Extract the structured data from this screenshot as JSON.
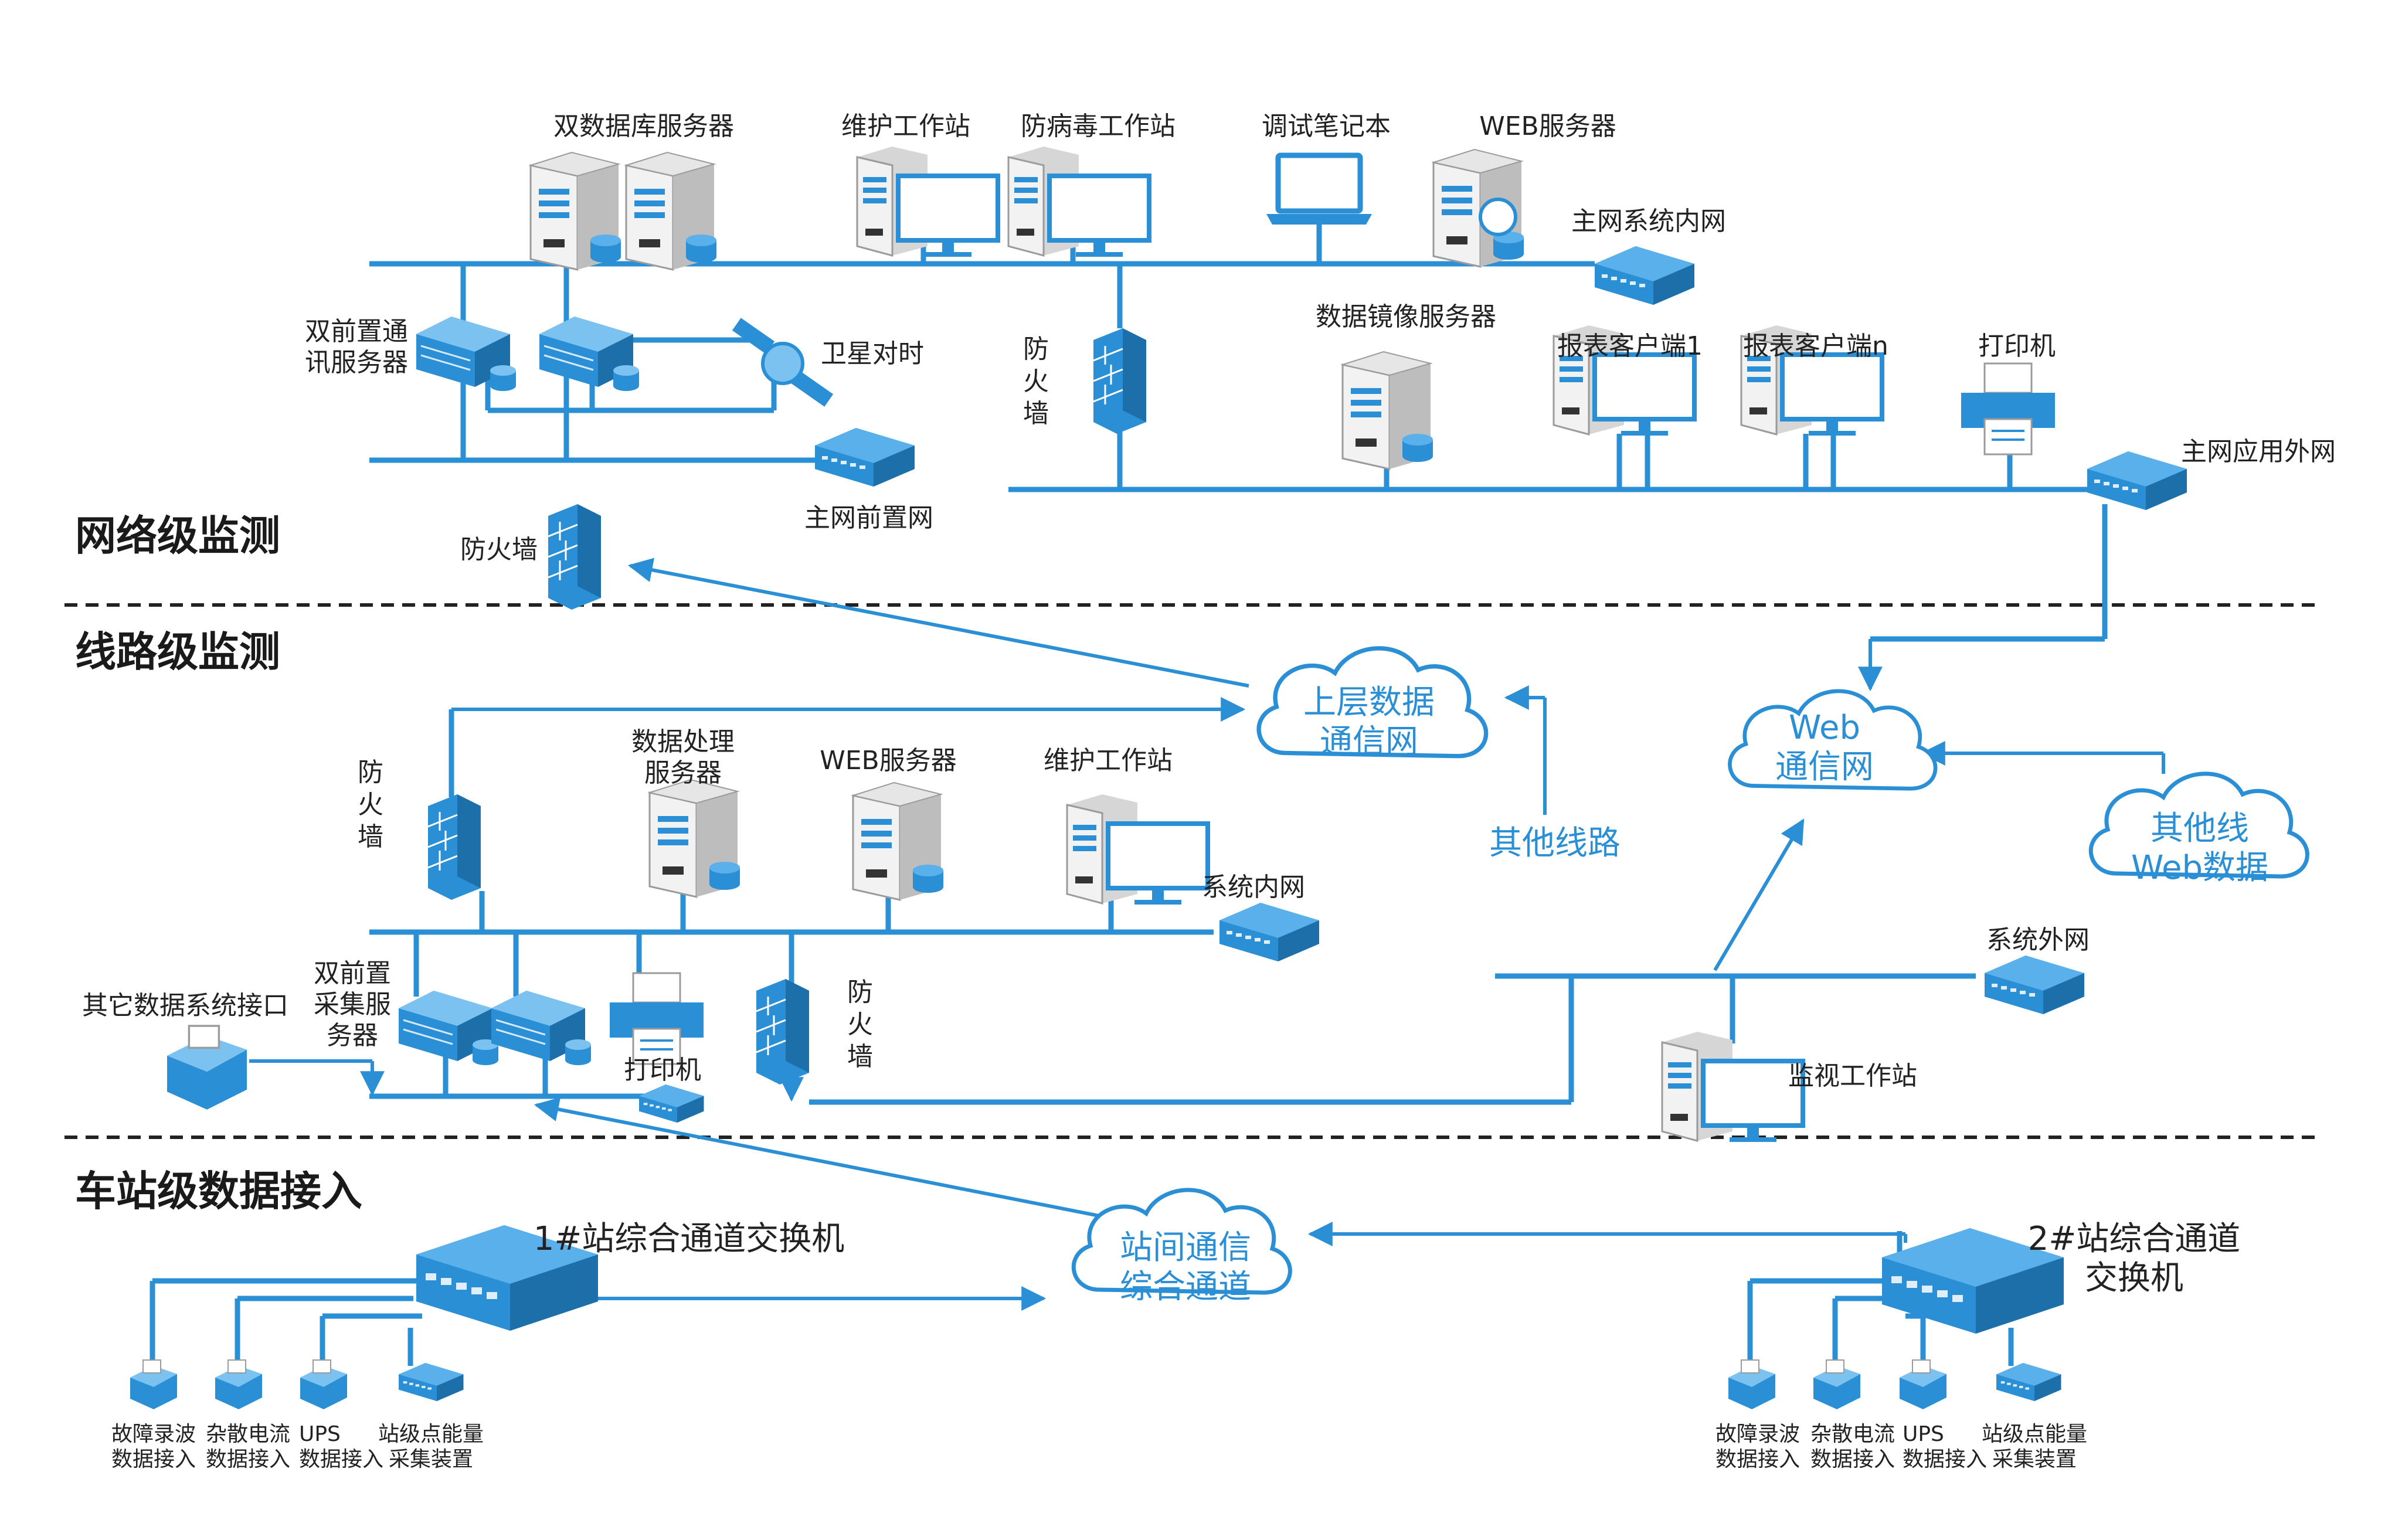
{
  "colors": {
    "line": "#2b8fd6",
    "device": "#2b8fd6",
    "text": "#222222",
    "section": "#1a1a1a"
  },
  "sections": {
    "network": "网络级监测",
    "line": "线路级监测",
    "station": "车站级数据接入"
  },
  "network": {
    "dual_db_servers": "双数据库服务器",
    "maint_ws": "维护工作站",
    "antivirus_ws": "防病毒工作站",
    "debug_laptop": "调试笔记本",
    "web_server": "WEB服务器",
    "main_internal_net": "主网系统内网",
    "dual_front_comm": "双前置通\n讯服务器",
    "satellite_time": "卫星对时",
    "firewall_vertical": "防\n火\n墙",
    "data_mirror_server": "数据镜像服务器",
    "report_client_1": "报表客户端1",
    "report_client_n": "报表客户端n",
    "printer": "打印机",
    "main_front_net": "主网前置网",
    "main_app_external_net": "主网应用外网",
    "firewall": "防火墙"
  },
  "line": {
    "upper_data_cloud": "上层数据\n通信网",
    "firewall_vertical": "防\n火\n墙",
    "data_processing_server": "数据处理\n服务器",
    "web_server": "WEB服务器",
    "maint_ws": "维护工作站",
    "other_lines": "其他线路",
    "web_cloud": "Web\n通信网",
    "other_web_cloud": "其他线\nWeb数据",
    "system_internal_net": "系统内网",
    "other_data_iface": "其它数据系统接口",
    "dual_front_collect": "双前置\n采集服\n务器",
    "printer": "打印机",
    "firewall_vertical_2": "防\n火\n墙",
    "system_external_net": "系统外网",
    "monitor_ws": "监视工作站"
  },
  "station": {
    "switch_1": "1#站综合通道交换机",
    "inter_station_cloud": "站间通信\n综合通道",
    "switch_2": "2#站综合通道\n交换机",
    "fault_record": "故障录波\n数据接入",
    "stray_current": "杂散电流\n数据接入",
    "ups": "UPS\n数据接入",
    "energy_collect": "站级点能量\n采集装置"
  }
}
